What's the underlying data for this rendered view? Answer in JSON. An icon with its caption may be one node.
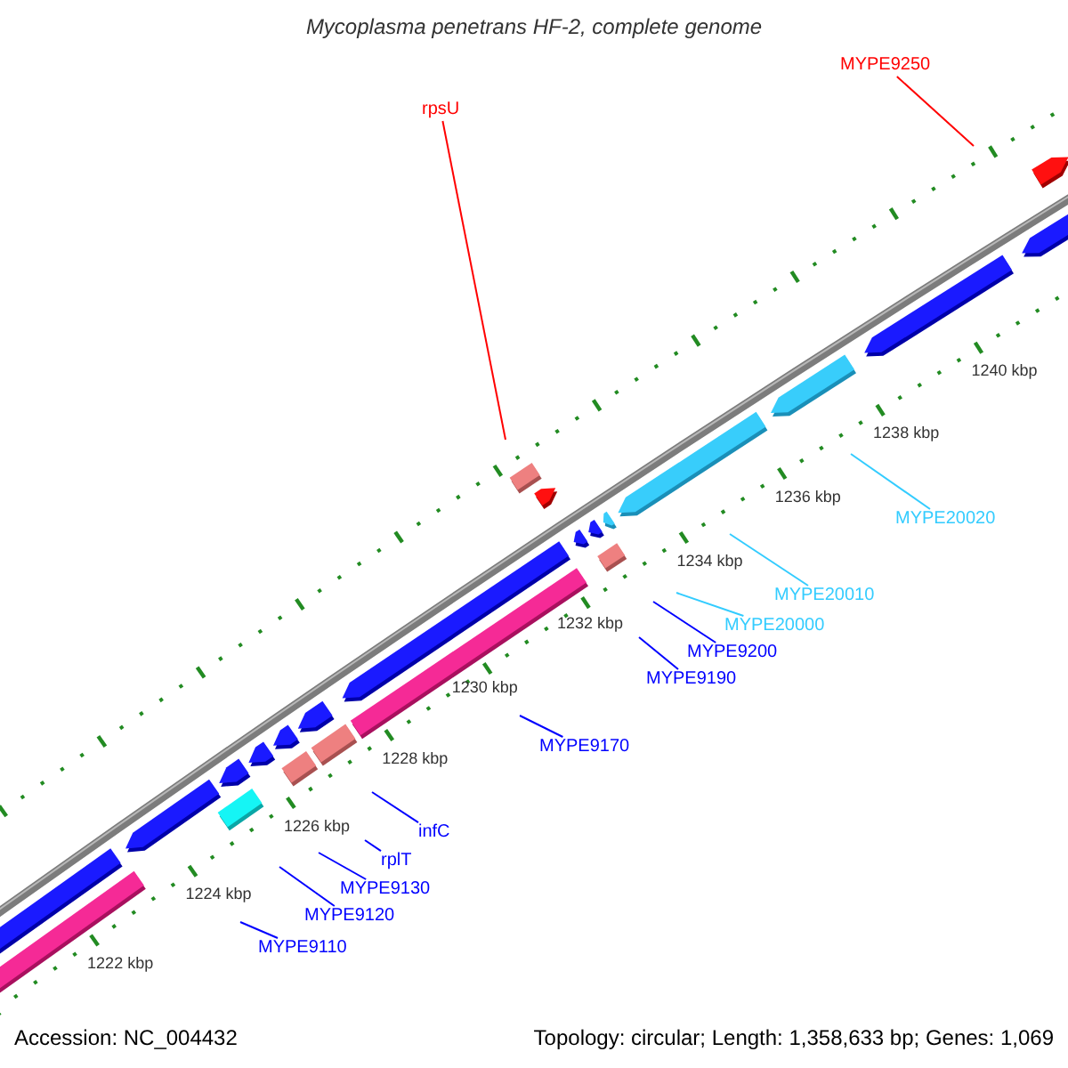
{
  "diagram": {
    "title": "Mycoplasma penetrans HF-2, complete genome",
    "nodes": [
      {
        "text": [
          "MYPE9250"
        ]
      },
      {
        "text": [
          "rpsU"
        ]
      },
      {
        "text": [
          "MYPE20020"
        ]
      },
      {
        "text": [
          "MYPE20010"
        ]
      },
      {
        "text": [
          "MYPE20000"
        ]
      },
      {
        "text": [
          "MYPE9200"
        ]
      },
      {
        "text": [
          "MYPE9190"
        ]
      },
      {
        "text": [
          "MYPE9170"
        ]
      },
      {
        "text": [
          "infC"
        ]
      },
      {
        "text": [
          "rplT"
        ]
      },
      {
        "text": [
          "MYPE9130"
        ]
      },
      {
        "text": [
          "MYPE9120"
        ]
      },
      {
        "text": [
          "MYPE9110"
        ]
      }
    ],
    "edges": [
      {
        "from": 0,
        "to": null,
        "arrow": "none",
        "color": "#ff0000"
      },
      {
        "from": 1,
        "to": null,
        "arrow": "none",
        "color": "#ff0000"
      },
      {
        "from": 2,
        "to": null,
        "arrow": "none",
        "color": "#33ccff"
      },
      {
        "from": 3,
        "to": null,
        "arrow": "none",
        "color": "#33ccff"
      },
      {
        "from": 4,
        "to": null,
        "arrow": "none",
        "color": "#33ccff"
      },
      {
        "from": 5,
        "to": null,
        "arrow": "none"
      },
      {
        "from": 6,
        "to": null,
        "arrow": "none"
      },
      {
        "from": 7,
        "to": null,
        "arrow": "none"
      },
      {
        "from": 8,
        "to": null,
        "arrow": "none"
      },
      {
        "from": 9,
        "to": null,
        "arrow": "none"
      },
      {
        "from": 10,
        "to": null,
        "arrow": "none"
      },
      {
        "from": 11,
        "to": null,
        "arrow": "none"
      },
      {
        "from": 12,
        "to": null,
        "arrow": "none"
      }
    ],
    "labels": [
      "1240 kbp",
      "1238 kbp",
      "1236 kbp",
      "1234 kbp",
      "1232 kbp",
      "1230 kbp",
      "1228 kbp",
      "1226 kbp",
      "1224 kbp",
      "1222 kbp",
      "Accession: NC_004432",
      "Topology: circular; Length: 1,358,633 bp; Genes: 1,069"
    ]
  }
}
